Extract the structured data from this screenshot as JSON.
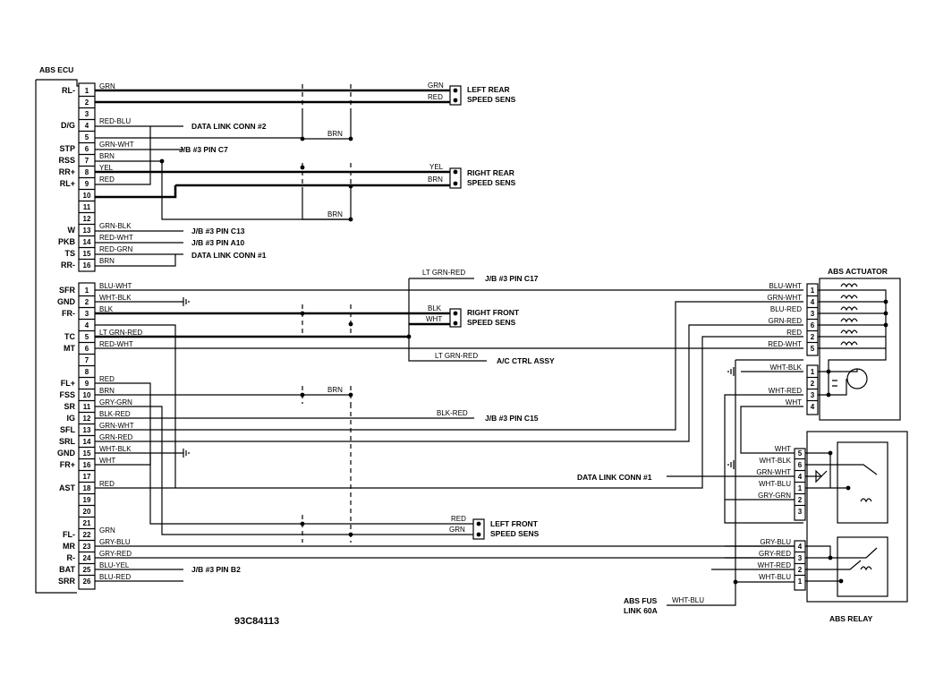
{
  "titles": {
    "ecu": "ABS ECU",
    "actuator": "ABS ACTUATOR",
    "relay": "ABS RELAY",
    "code": "93C84113"
  },
  "ecu_pins": [
    {
      "n": "1",
      "sig": "RL-",
      "color": "GRN"
    },
    {
      "n": "2",
      "sig": "",
      "color": ""
    },
    {
      "n": "3",
      "sig": "",
      "color": ""
    },
    {
      "n": "4",
      "sig": "D/G",
      "color": "RED-BLU"
    },
    {
      "n": "5",
      "sig": "",
      "color": ""
    },
    {
      "n": "6",
      "sig": "STP",
      "color": "GRN-WHT"
    },
    {
      "n": "7",
      "sig": "RSS",
      "color": "BRN"
    },
    {
      "n": "8",
      "sig": "RR+",
      "color": "YEL"
    },
    {
      "n": "9",
      "sig": "RL+",
      "color": "RED"
    },
    {
      "n": "10",
      "sig": "",
      "color": ""
    },
    {
      "n": "11",
      "sig": "",
      "color": ""
    },
    {
      "n": "12",
      "sig": "",
      "color": ""
    },
    {
      "n": "13",
      "sig": "W",
      "color": "GRN-BLK"
    },
    {
      "n": "14",
      "sig": "PKB",
      "color": "RED-WHT"
    },
    {
      "n": "15",
      "sig": "TS",
      "color": "RED-GRN"
    },
    {
      "n": "16",
      "sig": "RR-",
      "color": "BRN"
    },
    {
      "n": "1",
      "sig": "SFR",
      "color": "BLU-WHT"
    },
    {
      "n": "2",
      "sig": "GND",
      "color": "WHT-BLK"
    },
    {
      "n": "3",
      "sig": "FR-",
      "color": "BLK"
    },
    {
      "n": "4",
      "sig": "",
      "color": ""
    },
    {
      "n": "5",
      "sig": "TC",
      "color": "LT GRN-RED"
    },
    {
      "n": "6",
      "sig": "MT",
      "color": "RED-WHT"
    },
    {
      "n": "7",
      "sig": "",
      "color": ""
    },
    {
      "n": "8",
      "sig": "",
      "color": ""
    },
    {
      "n": "9",
      "sig": "FL+",
      "color": "RED"
    },
    {
      "n": "10",
      "sig": "FSS",
      "color": "BRN"
    },
    {
      "n": "11",
      "sig": "SR",
      "color": "GRY-GRN"
    },
    {
      "n": "12",
      "sig": "IG",
      "color": "BLK-RED"
    },
    {
      "n": "13",
      "sig": "SFL",
      "color": "GRN-WHT"
    },
    {
      "n": "14",
      "sig": "SRL",
      "color": "GRN-RED"
    },
    {
      "n": "15",
      "sig": "GND",
      "color": "WHT-BLK"
    },
    {
      "n": "16",
      "sig": "FR+",
      "color": "WHT"
    },
    {
      "n": "17",
      "sig": "",
      "color": ""
    },
    {
      "n": "18",
      "sig": "AST",
      "color": "RED"
    },
    {
      "n": "19",
      "sig": "",
      "color": ""
    },
    {
      "n": "20",
      "sig": "",
      "color": ""
    },
    {
      "n": "21",
      "sig": "",
      "color": ""
    },
    {
      "n": "22",
      "sig": "FL-",
      "color": "GRN"
    },
    {
      "n": "23",
      "sig": "MR",
      "color": "GRY-BLU"
    },
    {
      "n": "24",
      "sig": "R-",
      "color": "GRY-RED"
    },
    {
      "n": "25",
      "sig": "BAT",
      "color": "BLU-YEL"
    },
    {
      "n": "26",
      "sig": "SRR",
      "color": "BLU-RED"
    }
  ],
  "refs": {
    "dlc2": "DATA LINK CONN #2",
    "jb_c7": "J/B #3 PIN C7",
    "jb_c13": "J/B #3 PIN C13",
    "jb_a10": "J/B #3 PIN A10",
    "dlc1_top": "DATA LINK CONN #1",
    "jb_c17": "J/B #3 PIN C17",
    "ac": "A/C CTRL ASSY",
    "jb_c15": "J/B #3 PIN C15",
    "dlc1_mid": "DATA LINK CONN #1",
    "jb_b2": "J/B #3 PIN B2",
    "fus1": "ABS FUS",
    "fus2": "LINK 60A"
  },
  "sensors": {
    "left_rear": {
      "l1": "LEFT REAR",
      "l2": "SPEED SENS",
      "w1": "GRN",
      "w2": "RED"
    },
    "right_rear": {
      "l1": "RIGHT REAR",
      "l2": "SPEED SENS",
      "w1": "YEL",
      "w2": "BRN"
    },
    "right_front": {
      "l1": "RIGHT FRONT",
      "l2": "SPEED SENS",
      "w1": "BLK",
      "w2": "WHT"
    },
    "left_front": {
      "l1": "LEFT FRONT",
      "l2": "SPEED SENS",
      "w1": "RED",
      "w2": "GRN"
    }
  },
  "mid_wires": {
    "brn_a": "BRN",
    "brn_b": "BRN",
    "brn_c": "BRN",
    "ltgrnred_top": "LT GRN-RED",
    "ltgrnred_ac": "LT GRN-RED",
    "blkred": "BLK-RED",
    "whtblu_fus": "WHT-BLU"
  },
  "actuator_pins": [
    {
      "n": "1",
      "color": "BLU-WHT"
    },
    {
      "n": "4",
      "color": "GRN-WHT"
    },
    {
      "n": "3",
      "color": "BLU-RED"
    },
    {
      "n": "6",
      "color": "GRN-RED"
    },
    {
      "n": "2",
      "color": "RED"
    },
    {
      "n": "5",
      "color": "RED-WHT"
    },
    {
      "n": "1",
      "color": "WHT-BLK"
    },
    {
      "n": "2",
      "color": ""
    },
    {
      "n": "3",
      "color": "WHT-RED"
    },
    {
      "n": "4",
      "color": "WHT"
    }
  ],
  "relay_pins": [
    {
      "n": "5",
      "color": "WHT"
    },
    {
      "n": "6",
      "color": "WHT-BLK"
    },
    {
      "n": "4",
      "color": "GRN-WHT"
    },
    {
      "n": "1",
      "color": "WHT-BLU"
    },
    {
      "n": "2",
      "color": "GRY-GRN"
    },
    {
      "n": "3",
      "color": ""
    },
    {
      "n": "4",
      "color": "GRY-BLU"
    },
    {
      "n": "3",
      "color": "GRY-RED"
    },
    {
      "n": "2",
      "color": "WHT-RED"
    },
    {
      "n": "1",
      "color": "WHT-BLU"
    }
  ],
  "colors": {
    "ink": "#000000",
    "paper": "#ffffff"
  }
}
